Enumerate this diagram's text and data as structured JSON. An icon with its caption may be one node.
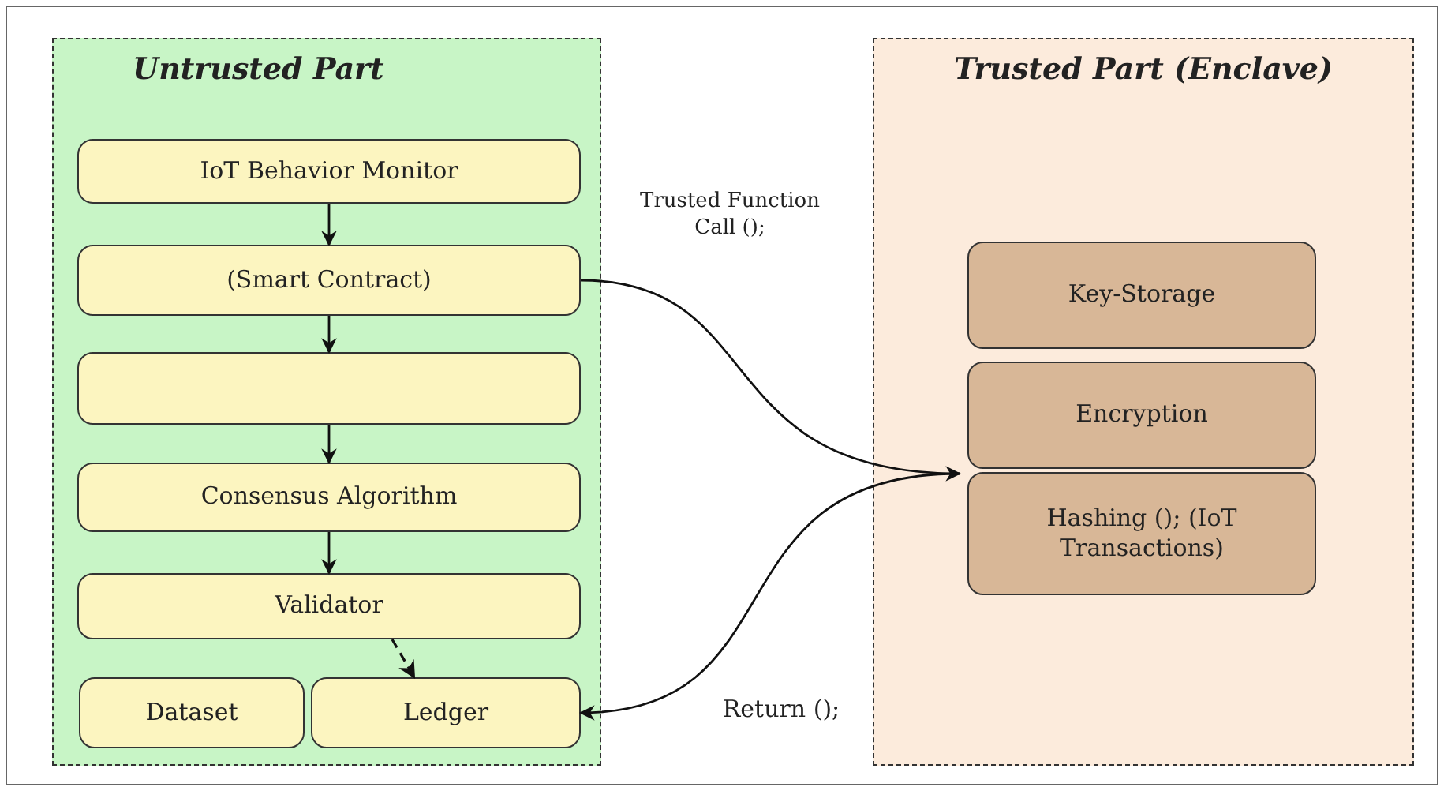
{
  "diagram": {
    "nodes": [
      {
        "text": [
          "Untrusted Part"
        ]
      },
      {
        "text": [
          "IoT Behavior Monitor"
        ],
        "in": 0
      },
      {
        "text": [
          "(Smart Contract)"
        ],
        "in": 0
      },
      {
        "text": [],
        "shape": "box",
        "in": 0
      },
      {
        "text": [
          "Consensus Algorithm"
        ],
        "in": 0
      },
      {
        "text": [
          "Validator"
        ],
        "in": 0
      },
      {
        "text": [
          "Dataset"
        ],
        "in": 0
      },
      {
        "text": [
          "Ledger"
        ],
        "in": 0
      },
      {
        "text": [
          "Trusted Part (Enclave)"
        ]
      },
      {
        "text": [
          "Key-Storage"
        ],
        "in": 8
      },
      {
        "text": [
          "Encryption"
        ],
        "in": 8
      },
      {
        "text": [
          "Hashing (); (IoT Transactions)"
        ],
        "in": 8
      }
    ],
    "edges": [
      {
        "from": 1,
        "to": 2,
        "arrow": "to"
      },
      {
        "from": 2,
        "to": 3,
        "arrow": "to"
      },
      {
        "from": 3,
        "to": 4,
        "arrow": "to"
      },
      {
        "from": 4,
        "to": 5,
        "arrow": "to"
      },
      {
        "from": 5,
        "to": 7,
        "arrow": "to",
        "style": "dashed"
      },
      {
        "from": 2,
        "to": 11,
        "arrow": "to",
        "label": "Trusted Function Call ();"
      },
      {
        "from": 11,
        "to": 7,
        "arrow": "to",
        "label": "Return ();"
      }
    ]
  }
}
